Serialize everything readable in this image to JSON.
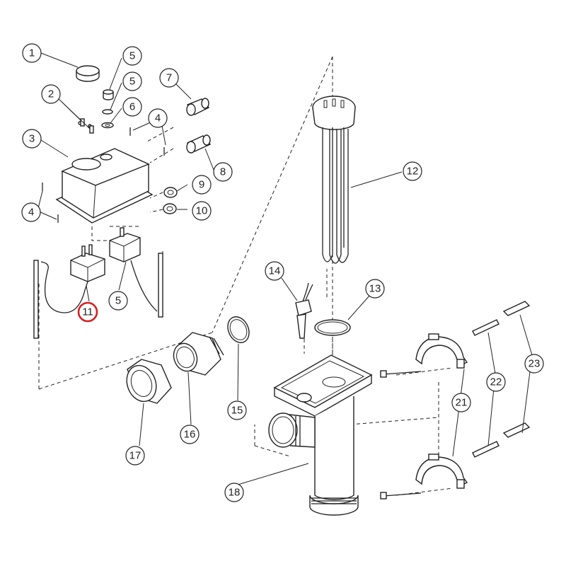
{
  "callouts": [
    {
      "label": "1"
    },
    {
      "label": "2"
    },
    {
      "label": "3"
    },
    {
      "label": "4"
    },
    {
      "label": "4"
    },
    {
      "label": "4"
    },
    {
      "label": "5"
    },
    {
      "label": "5"
    },
    {
      "label": "5"
    },
    {
      "label": "6"
    },
    {
      "label": "7"
    },
    {
      "label": "8"
    },
    {
      "label": "9"
    },
    {
      "label": "10"
    },
    {
      "label": "11"
    },
    {
      "label": "12"
    },
    {
      "label": "13"
    },
    {
      "label": "14"
    },
    {
      "label": "15"
    },
    {
      "label": "16"
    },
    {
      "label": "17"
    },
    {
      "label": "18"
    },
    {
      "label": "21"
    },
    {
      "label": "22"
    },
    {
      "label": "23"
    }
  ],
  "highlighted_callout": "11",
  "colors": {
    "line": "#222222",
    "highlight": "#d62020",
    "background": "#ffffff"
  }
}
